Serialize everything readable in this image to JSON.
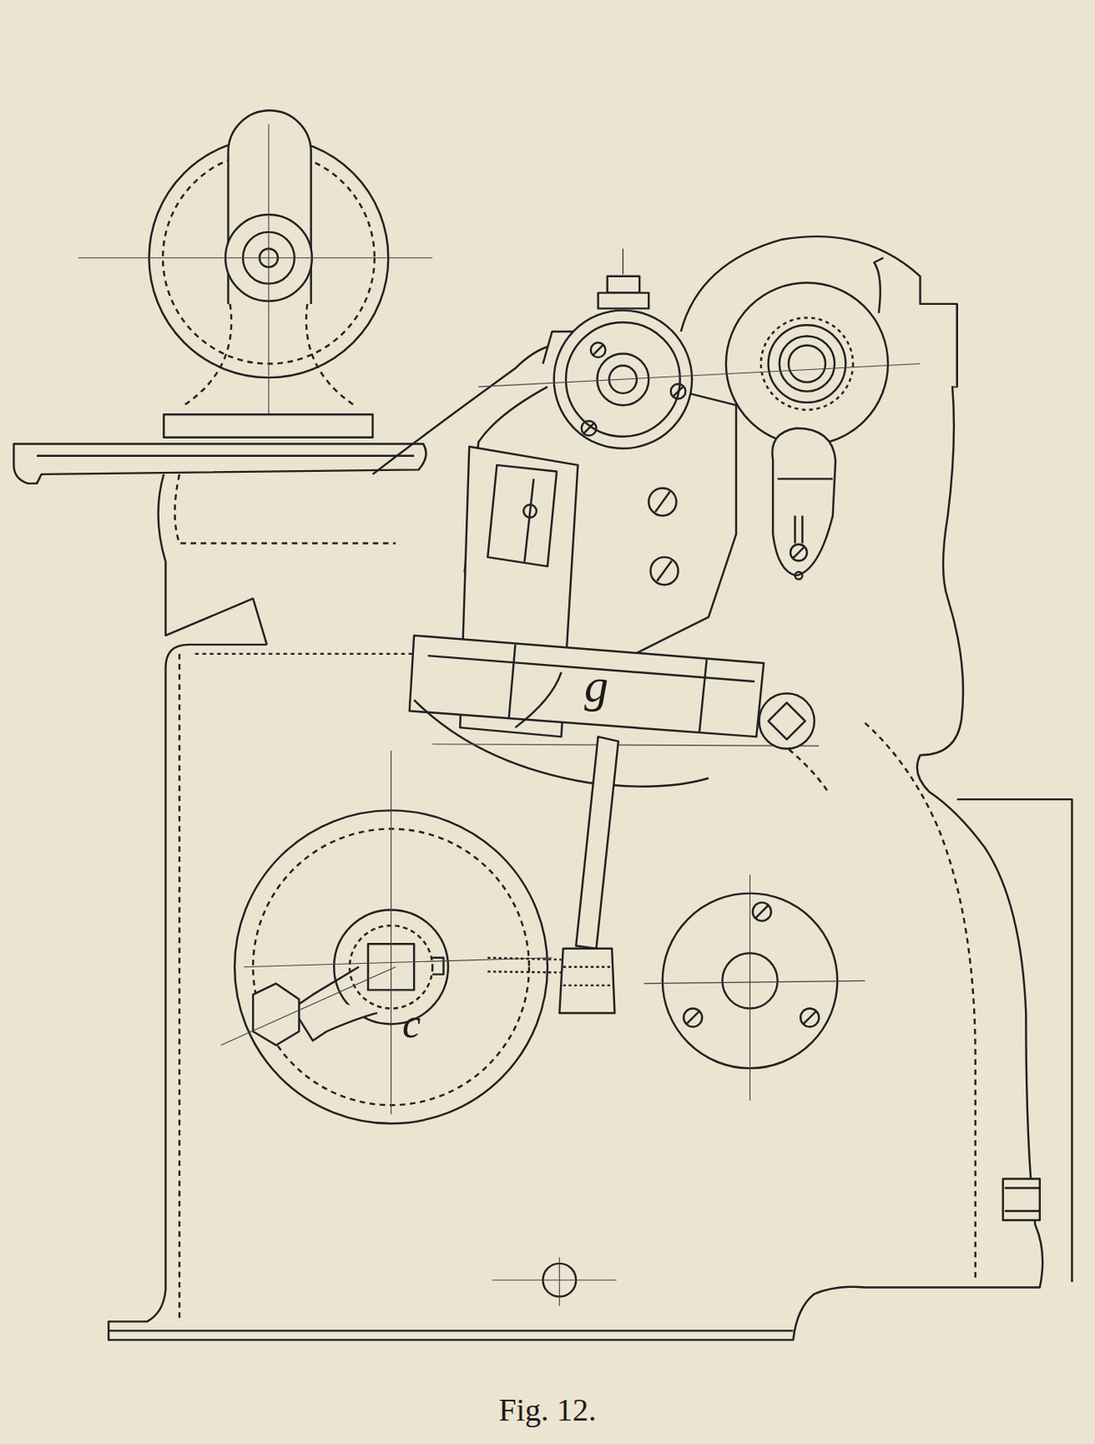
{
  "diagram": {
    "caption": "Fig. 12.",
    "labels": [
      "g",
      "c"
    ]
  }
}
